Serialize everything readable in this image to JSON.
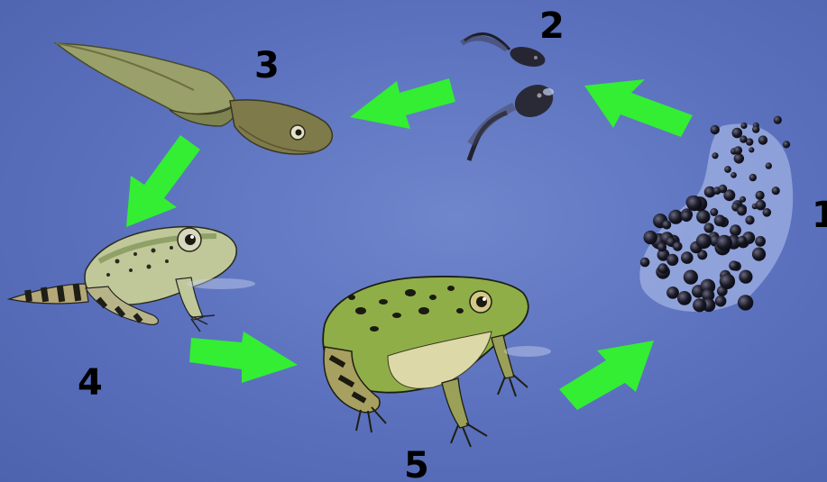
{
  "diagram": {
    "kind": "frog life cycle",
    "stages": [
      {
        "id": "eggs",
        "label": "1"
      },
      {
        "id": "young-tadpoles",
        "label": "2"
      },
      {
        "id": "tadpole",
        "label": "3"
      },
      {
        "id": "froglet",
        "label": "4"
      },
      {
        "id": "adult-frog",
        "label": "5"
      }
    ],
    "arrow_color": "#33ee33",
    "background_color": "#5b70bd"
  }
}
